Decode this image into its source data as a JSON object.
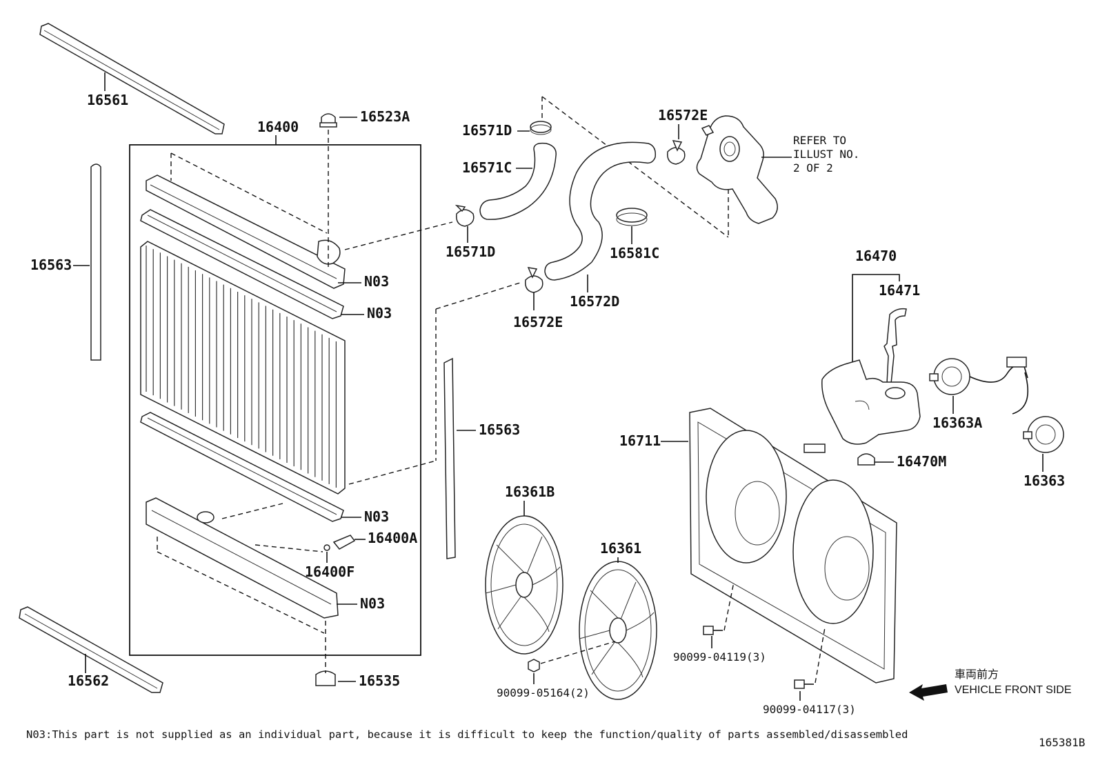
{
  "labels": {
    "p16561": "16561",
    "p16400": "16400",
    "p16523A": "16523A",
    "p16563_left": "16563",
    "p16563_right": "16563",
    "n03_a": "N03",
    "n03_b": "N03",
    "n03_c": "N03",
    "n03_d": "N03",
    "p16400A": "16400A",
    "p16400F": "16400F",
    "p16562": "16562",
    "p16535": "16535",
    "p16571D_top": "16571D",
    "p16571C": "16571C",
    "p16571D_bottom": "16571D",
    "p16572E_top": "16572E",
    "p16572E_bottom": "16572E",
    "p16581C": "16581C",
    "p16572D": "16572D",
    "p16470": "16470",
    "p16471": "16471",
    "p16363A": "16363A",
    "p16363": "16363",
    "p16711": "16711",
    "p16470M": "16470M",
    "p16361B": "16361B",
    "p16361": "16361",
    "bolt_04119": "90099-04119(3)",
    "bolt_05164": "90099-05164(2)",
    "bolt_04117": "90099-04117(3)"
  },
  "refer": {
    "line1": "REFER TO",
    "line2": "ILLUST NO.",
    "line3": "2 OF 2"
  },
  "front_indicator": {
    "japanese": "車両前方",
    "english": "VEHICLE FRONT SIDE"
  },
  "footnote": "N03:This part is not supplied as an individual part, because it is difficult to keep the function/quality of parts assembled/disassembled",
  "diagram_id": "165381B"
}
